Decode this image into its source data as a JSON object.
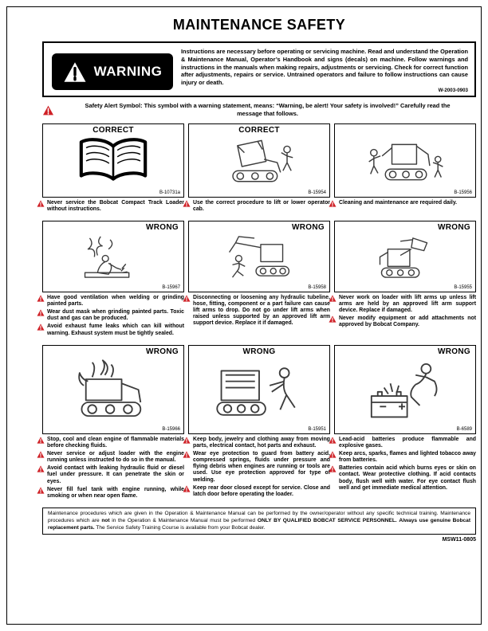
{
  "colors": {
    "alert_red": "#cf2026"
  },
  "header": {
    "title": "MAINTENANCE SAFETY"
  },
  "warning_box": {
    "label": "WARNING",
    "body": "Instructions are necessary before operating or servicing machine. Read and understand the Operation & Maintenance Manual, Operator’s Handbook and signs (decals) on machine. Follow warnings and instructions in the manuals when making repairs, adjustments or servicing. Check for correct function after adjustments, repairs or service. Untrained operators and failure to follow instructions can cause injury or death.",
    "code": "W-2003-0903"
  },
  "safety_alert": {
    "text": "Safety Alert Symbol: This symbol with a warning statement, means: “Warning, be alert! Your safety is involved!” Carefully read the message that follows."
  },
  "cells": [
    {
      "label": "CORRECT",
      "label_align": "center",
      "figure": "B-10731a",
      "illustration": "illus-book",
      "captions": [
        "Never service the Bobcat Compact Track Loader without instructions."
      ]
    },
    {
      "label": "CORRECT",
      "label_align": "center",
      "figure": "B-15954",
      "illustration": "illus-cab-lift",
      "captions": [
        "Use the correct procedure to lift or lower operator cab."
      ]
    },
    {
      "label": "",
      "label_align": "right",
      "figure": "B-15956",
      "illustration": "illus-cleaning",
      "captions": [
        "Cleaning and maintenance are required daily."
      ]
    },
    {
      "label": "WRONG",
      "label_align": "right",
      "figure": "B-15967",
      "illustration": "illus-welding",
      "captions": [
        "Have good ventilation when welding or grinding painted parts.",
        "Wear dust mask when grinding painted parts. Toxic dust and gas can be produced.",
        "Avoid exhaust fume leaks which can kill without warning. Exhaust system must be tightly sealed."
      ]
    },
    {
      "label": "WRONG",
      "label_align": "right",
      "figure": "B-15958",
      "illustration": "illus-under-arms",
      "captions": [
        "Disconnecting or loosening any hydraulic tubeline, hose, fitting, component or a part failure can cause lift arms to drop. Do not go under lift arms when raised unless supported by an approved lift arm support device. Replace it if damaged."
      ]
    },
    {
      "label": "WRONG",
      "label_align": "right",
      "figure": "B-15955",
      "illustration": "illus-rear-loader",
      "captions": [
        "Never work on loader with lift arms up unless lift arms are held by an approved lift arm support device. Replace if damaged.",
        "Never modify equipment or add attachments not approved by Bobcat Company."
      ]
    },
    {
      "label": "WRONG",
      "label_align": "right",
      "figure": "B-15966",
      "illustration": "illus-engine-fire",
      "captions": [
        "Stop, cool and clean engine of flammable materials before checking fluids.",
        "Never service or adjust loader with the engine running unless instructed to do so in the manual.",
        "Avoid contact with leaking hydraulic fluid or diesel fuel under pressure. It can penetrate the skin or eyes.",
        "Never fill fuel tank with engine running, while smoking or when near open flame."
      ]
    },
    {
      "label": "WRONG",
      "label_align": "center",
      "figure": "B-15951",
      "illustration": "illus-near-machine",
      "captions": [
        "Keep body, jewelry and clothing away from moving parts, electrical contact, hot parts and exhaust.",
        "Wear eye protection to guard from battery acid, compressed springs, fluids under pressure and flying debris when engines are running or tools are used. Use eye protection approved for type of welding.",
        "Keep rear door closed except for service. Close and latch door before operating the loader."
      ]
    },
    {
      "label": "WRONG",
      "label_align": "right",
      "figure": "B-6589",
      "illustration": "illus-battery",
      "captions": [
        "Lead-acid batteries produce flammable and explosive gases.",
        "Keep arcs, sparks, flames and lighted tobacco away from batteries.",
        "Batteries contain acid which burns eyes or skin on contact. Wear protective clothing. If acid contacts body, flush well with water. For eye contact flush well and get immediate medical attention."
      ]
    }
  ],
  "footer": {
    "segments": [
      {
        "text": "Maintenance procedures which are given in the Operation & Maintenance Manual can be performed by the owner/operator without any specific technical training. Maintenance procedures which are ",
        "bold": false
      },
      {
        "text": "not",
        "bold": true
      },
      {
        "text": " in the Operation & Maintenance Manual must be performed ",
        "bold": false
      },
      {
        "text": "ONLY BY QUALIFIED BOBCAT SERVICE PERSONNEL.",
        "bold": true
      },
      {
        "text": " ",
        "bold": false
      },
      {
        "text": "Always use genuine Bobcat replacement parts.",
        "bold": true
      },
      {
        "text": " The Service Safety Training Course is available from your Bobcat dealer.",
        "bold": false
      }
    ],
    "doc_number": "MSW11-0805"
  }
}
